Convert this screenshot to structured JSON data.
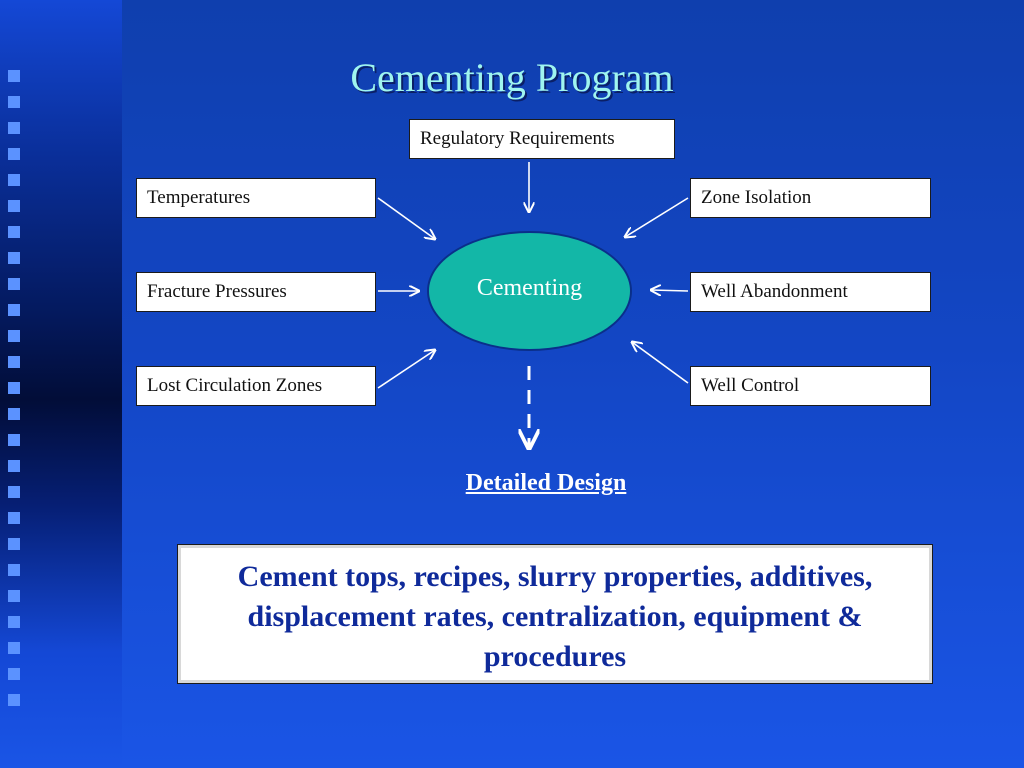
{
  "slide": {
    "title": "Cementing Program",
    "center_label": "Cementing",
    "inputs": {
      "top": "Regulatory Requirements",
      "left": [
        "Temperatures",
        "Fracture Pressures",
        "Lost Circulation Zones"
      ],
      "right": [
        "Zone Isolation",
        "Well Abandonment",
        "Well Control"
      ]
    },
    "output_label": "Detailed Design",
    "summary": "Cement tops, recipes, slurry properties, additives, displacement rates, centralization, equipment & procedures"
  },
  "colors": {
    "title_text": "#9ff5ef",
    "ellipse_fill": "#13b7a7",
    "background": "#1346c4",
    "summary_text": "#0f2a9a"
  }
}
